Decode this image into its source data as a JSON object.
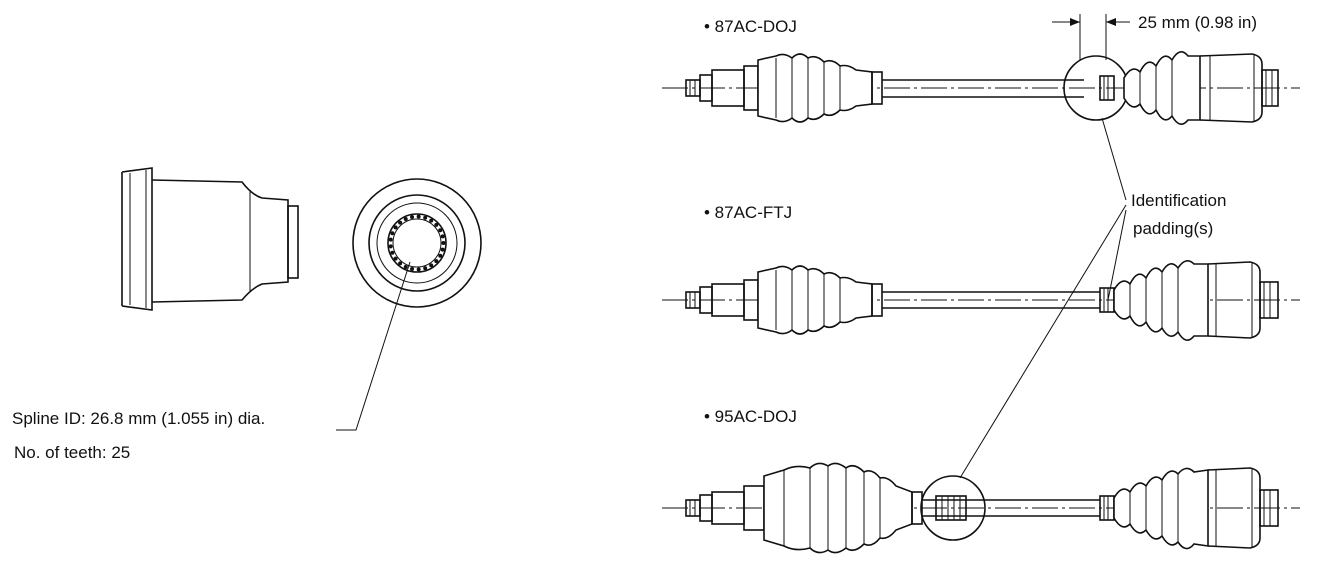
{
  "labels": {
    "variant_1": "• 87AC-DOJ",
    "variant_2": "• 87AC-FTJ",
    "variant_3": "• 95AC-DOJ",
    "dimension": "25 mm (0.98 in)",
    "identification_line1": "Identification",
    "identification_line2": "padding(s)",
    "spline_id": "Spline ID: 26.8 mm (1.055 in) dia.",
    "teeth": "No. of teeth: 25"
  }
}
